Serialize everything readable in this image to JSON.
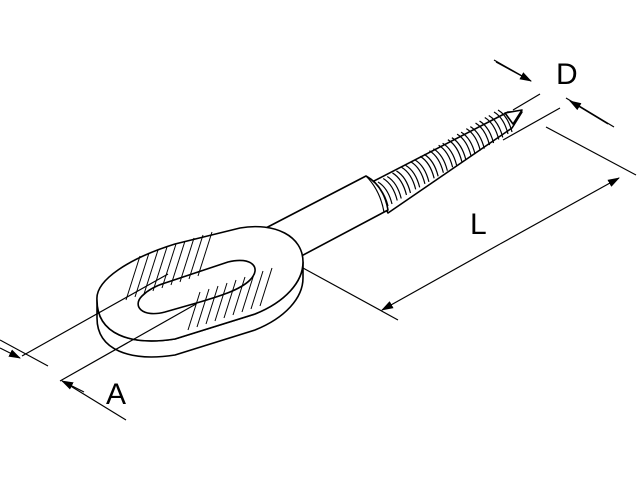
{
  "diagram": {
    "labels": {
      "diameter": "D",
      "length": "L",
      "eye_width": "A"
    },
    "colors": {
      "line": "#000000",
      "background": "#ffffff"
    }
  }
}
